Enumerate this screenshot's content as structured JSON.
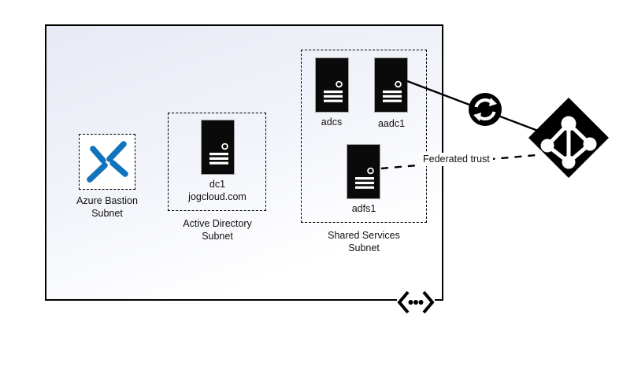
{
  "colors": {
    "bastion_blue": "#1173BC",
    "shape_black": "#000000",
    "vnet_fill_top": "#E7EAF4"
  },
  "vnet": {
    "icon": "virtual-network-chevron-dots",
    "subnets": {
      "bastion": {
        "icon": "azure-bastion",
        "label": [
          "Azure Bastion",
          "Subnet"
        ]
      },
      "active_directory": {
        "label": [
          "Active Directory",
          "Subnet"
        ],
        "servers": [
          {
            "name": "dc1",
            "domain": "jogcloud.com"
          }
        ]
      },
      "shared_services": {
        "label": [
          "Shared Services",
          "Subnet"
        ],
        "servers": [
          {
            "name": "adcs"
          },
          {
            "name": "aadc1"
          },
          {
            "name": "adfs1"
          }
        ]
      }
    }
  },
  "external": {
    "sync_icon": "sync-arrows",
    "directory_icon": "azure-active-directory"
  },
  "connections": {
    "federated_trust": {
      "label": "Federated trust",
      "style": "dashed"
    },
    "sync_line": {
      "style": "solid"
    }
  }
}
